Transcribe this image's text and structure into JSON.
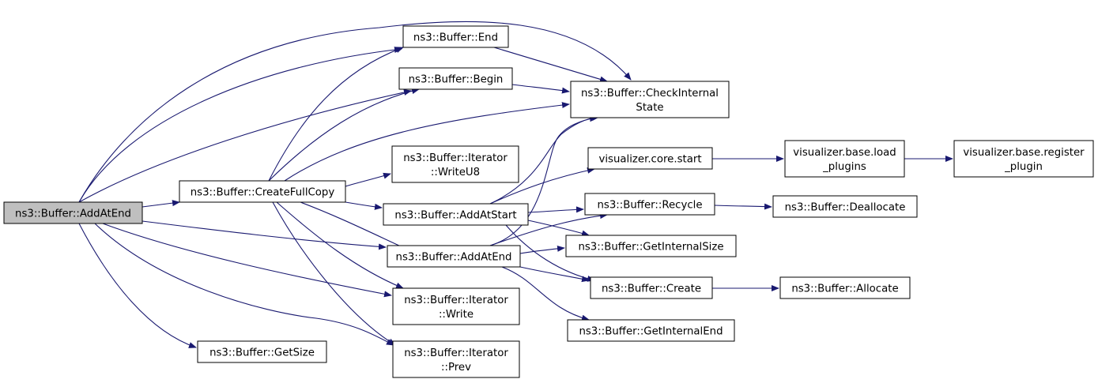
{
  "diagram": {
    "edge_color": "#191970",
    "root_fill": "#bfbfbf",
    "node_fill": "#ffffff",
    "nodes": [
      {
        "id": "addAtEndRoot",
        "lines": [
          "ns3::Buffer::AddAtEnd"
        ],
        "root": true
      },
      {
        "id": "createFullCopy",
        "lines": [
          "ns3::Buffer::CreateFullCopy"
        ]
      },
      {
        "id": "end",
        "lines": [
          "ns3::Buffer::End"
        ]
      },
      {
        "id": "begin",
        "lines": [
          "ns3::Buffer::Begin"
        ]
      },
      {
        "id": "checkInternalState",
        "lines": [
          "ns3::Buffer::CheckInternal",
          "State"
        ]
      },
      {
        "id": "iterWriteU8",
        "lines": [
          "ns3::Buffer::Iterator",
          "::WriteU8"
        ]
      },
      {
        "id": "addAtStart",
        "lines": [
          "ns3::Buffer::AddAtStart"
        ]
      },
      {
        "id": "addAtEnd",
        "lines": [
          "ns3::Buffer::AddAtEnd"
        ]
      },
      {
        "id": "iterWrite",
        "lines": [
          "ns3::Buffer::Iterator",
          "::Write"
        ]
      },
      {
        "id": "iterPrev",
        "lines": [
          "ns3::Buffer::Iterator",
          "::Prev"
        ]
      },
      {
        "id": "getSize",
        "lines": [
          "ns3::Buffer::GetSize"
        ]
      },
      {
        "id": "vizCoreStart",
        "lines": [
          "visualizer.core.start"
        ]
      },
      {
        "id": "vizLoadPlugins",
        "lines": [
          "visualizer.base.load",
          "_plugins"
        ]
      },
      {
        "id": "vizRegisterPlugin",
        "lines": [
          "visualizer.base.register",
          "_plugin"
        ]
      },
      {
        "id": "recycle",
        "lines": [
          "ns3::Buffer::Recycle"
        ]
      },
      {
        "id": "deallocate",
        "lines": [
          "ns3::Buffer::Deallocate"
        ]
      },
      {
        "id": "getInternalSize",
        "lines": [
          "ns3::Buffer::GetInternalSize"
        ]
      },
      {
        "id": "create",
        "lines": [
          "ns3::Buffer::Create"
        ]
      },
      {
        "id": "allocate",
        "lines": [
          "ns3::Buffer::Allocate"
        ]
      },
      {
        "id": "getInternalEnd",
        "lines": [
          "ns3::Buffer::GetInternalEnd"
        ]
      }
    ],
    "edges": [
      {
        "from": "addAtEndRoot",
        "to": "createFullCopy"
      },
      {
        "from": "addAtEndRoot",
        "to": "end"
      },
      {
        "from": "addAtEndRoot",
        "to": "begin"
      },
      {
        "from": "addAtEndRoot",
        "to": "checkInternalState"
      },
      {
        "from": "addAtEndRoot",
        "to": "addAtEnd"
      },
      {
        "from": "addAtEndRoot",
        "to": "iterWrite"
      },
      {
        "from": "addAtEndRoot",
        "to": "iterPrev"
      },
      {
        "from": "addAtEndRoot",
        "to": "getSize"
      },
      {
        "from": "createFullCopy",
        "to": "end"
      },
      {
        "from": "createFullCopy",
        "to": "begin"
      },
      {
        "from": "createFullCopy",
        "to": "checkInternalState"
      },
      {
        "from": "createFullCopy",
        "to": "iterWriteU8"
      },
      {
        "from": "createFullCopy",
        "to": "addAtStart"
      },
      {
        "from": "createFullCopy",
        "to": "addAtEnd"
      },
      {
        "from": "createFullCopy",
        "to": "iterWrite"
      },
      {
        "from": "createFullCopy",
        "to": "iterPrev"
      },
      {
        "from": "end",
        "to": "checkInternalState"
      },
      {
        "from": "begin",
        "to": "checkInternalState"
      },
      {
        "from": "addAtStart",
        "to": "checkInternalState"
      },
      {
        "from": "addAtStart",
        "to": "vizCoreStart"
      },
      {
        "from": "addAtStart",
        "to": "recycle"
      },
      {
        "from": "addAtStart",
        "to": "getInternalSize"
      },
      {
        "from": "addAtStart",
        "to": "create"
      },
      {
        "from": "addAtEnd",
        "to": "checkInternalState"
      },
      {
        "from": "addAtEnd",
        "to": "recycle"
      },
      {
        "from": "addAtEnd",
        "to": "getInternalSize"
      },
      {
        "from": "addAtEnd",
        "to": "create"
      },
      {
        "from": "addAtEnd",
        "to": "getInternalEnd"
      },
      {
        "from": "vizCoreStart",
        "to": "vizLoadPlugins"
      },
      {
        "from": "vizLoadPlugins",
        "to": "vizRegisterPlugin"
      },
      {
        "from": "recycle",
        "to": "deallocate"
      },
      {
        "from": "create",
        "to": "allocate"
      }
    ]
  }
}
